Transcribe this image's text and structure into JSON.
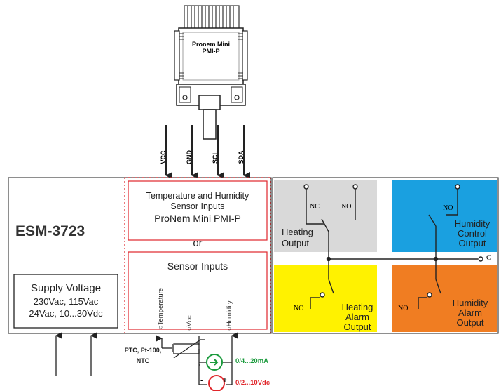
{
  "sensor": {
    "line1": "Pronem Mini",
    "line2": "PMI-P"
  },
  "signals": [
    "VCC",
    "GND",
    "SCL",
    "SDA"
  ],
  "device": {
    "model": "ESM-3723"
  },
  "supply": {
    "title": "Supply Voltage",
    "line1": "230Vac, 115Vac",
    "line2": "24Vac, 10...30Vdc"
  },
  "sensor_inputs_box": {
    "line1": "Temperature and Humidity",
    "line2": "Sensor Inputs",
    "line3": "ProNem Mini PMI-P"
  },
  "or_label": "or",
  "inputs_box": {
    "title": "Sensor Inputs",
    "terminals": [
      "Temperature",
      "Vcc",
      "Humidity"
    ]
  },
  "relays": {
    "heating_output": {
      "line1": "Heating",
      "line2": "Output",
      "nc": "NC",
      "no": "NO",
      "color": "#d9d9d9"
    },
    "humidity_control": {
      "line1": "Humidity",
      "line2": "Control",
      "line3": "Output",
      "no": "NO",
      "color": "#1aa0e0"
    },
    "heating_alarm": {
      "line1": "Heating",
      "line2": "Alarm",
      "line3": "Output",
      "no": "NO",
      "color": "#fff200"
    },
    "humidity_alarm": {
      "line1": "Humidity",
      "line2": "Alarm",
      "line3": "Output",
      "no": "NO",
      "color": "#f07d22"
    },
    "common": "C"
  },
  "wiring": {
    "ptc_line1": "PTC, Pt-100,",
    "ptc_line2": "NTC",
    "current": "0/4...20mA",
    "voltage": "0/2...10Vdc",
    "current_color": "#1a9a3c",
    "voltage_color": "#e0262b"
  }
}
